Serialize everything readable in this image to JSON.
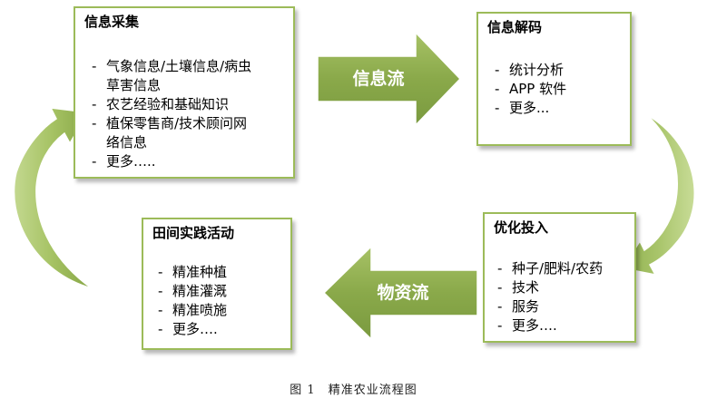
{
  "diagram": {
    "boxes": {
      "info_collection": {
        "title": "信息采集",
        "items": [
          "气象信息/土壤信息/病虫\n草害信息",
          "农艺经验和基础知识",
          "植保零售商/技术顾问网\n络信息",
          "更多….."
        ]
      },
      "info_decoding": {
        "title": "信息解码",
        "items": [
          "统计分析",
          "APP 软件",
          "更多..."
        ]
      },
      "optimized_input": {
        "title": "优化投入",
        "items": [
          "种子/肥料/农药",
          "技术",
          "服务",
          "更多…."
        ]
      },
      "field_practice": {
        "title": "田间实践活动",
        "items": [
          "精准种植",
          "精准灌溉",
          "精准喷施",
          "更多…."
        ]
      }
    },
    "arrows": {
      "information_flow": "信息流",
      "material_flow": "物资流"
    },
    "dash": "-",
    "caption": "图 1　精准农业流程图",
    "colors": {
      "border": "#9cbb59",
      "arrow_fill": "#8bab4b",
      "curved_arrow_fill": "#a9c46b"
    }
  }
}
